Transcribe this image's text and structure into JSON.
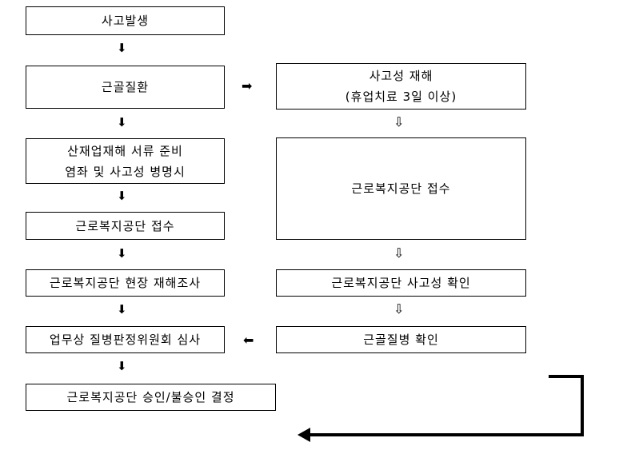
{
  "left_column": {
    "step1": "사고발생",
    "step2": "근골질환",
    "step3_line1": "산재업재해 서류 준비",
    "step3_line2": "염좌 및 사고성 병명시",
    "step4": "근로복지공단 접수",
    "step5": "근로복지공단 현장 재해조사",
    "step6": "업무상 질병판정위원회 심사",
    "step7": "근로복지공단 승인/불승인 결정"
  },
  "right_column": {
    "step1_line1": "사고성 재해",
    "step1_line2": "(휴업치료 3일 이상)",
    "step2": "근로복지공단 접수",
    "step3": "근로복지공단 사고성 확인",
    "step4": "근골질병 확인"
  },
  "icons": {
    "down_arrow": "down-arrow-icon",
    "right_arrow": "right-arrow-icon",
    "left_arrow": "left-arrow-icon",
    "hollow_down_arrow": "hollow-down-arrow-icon"
  }
}
